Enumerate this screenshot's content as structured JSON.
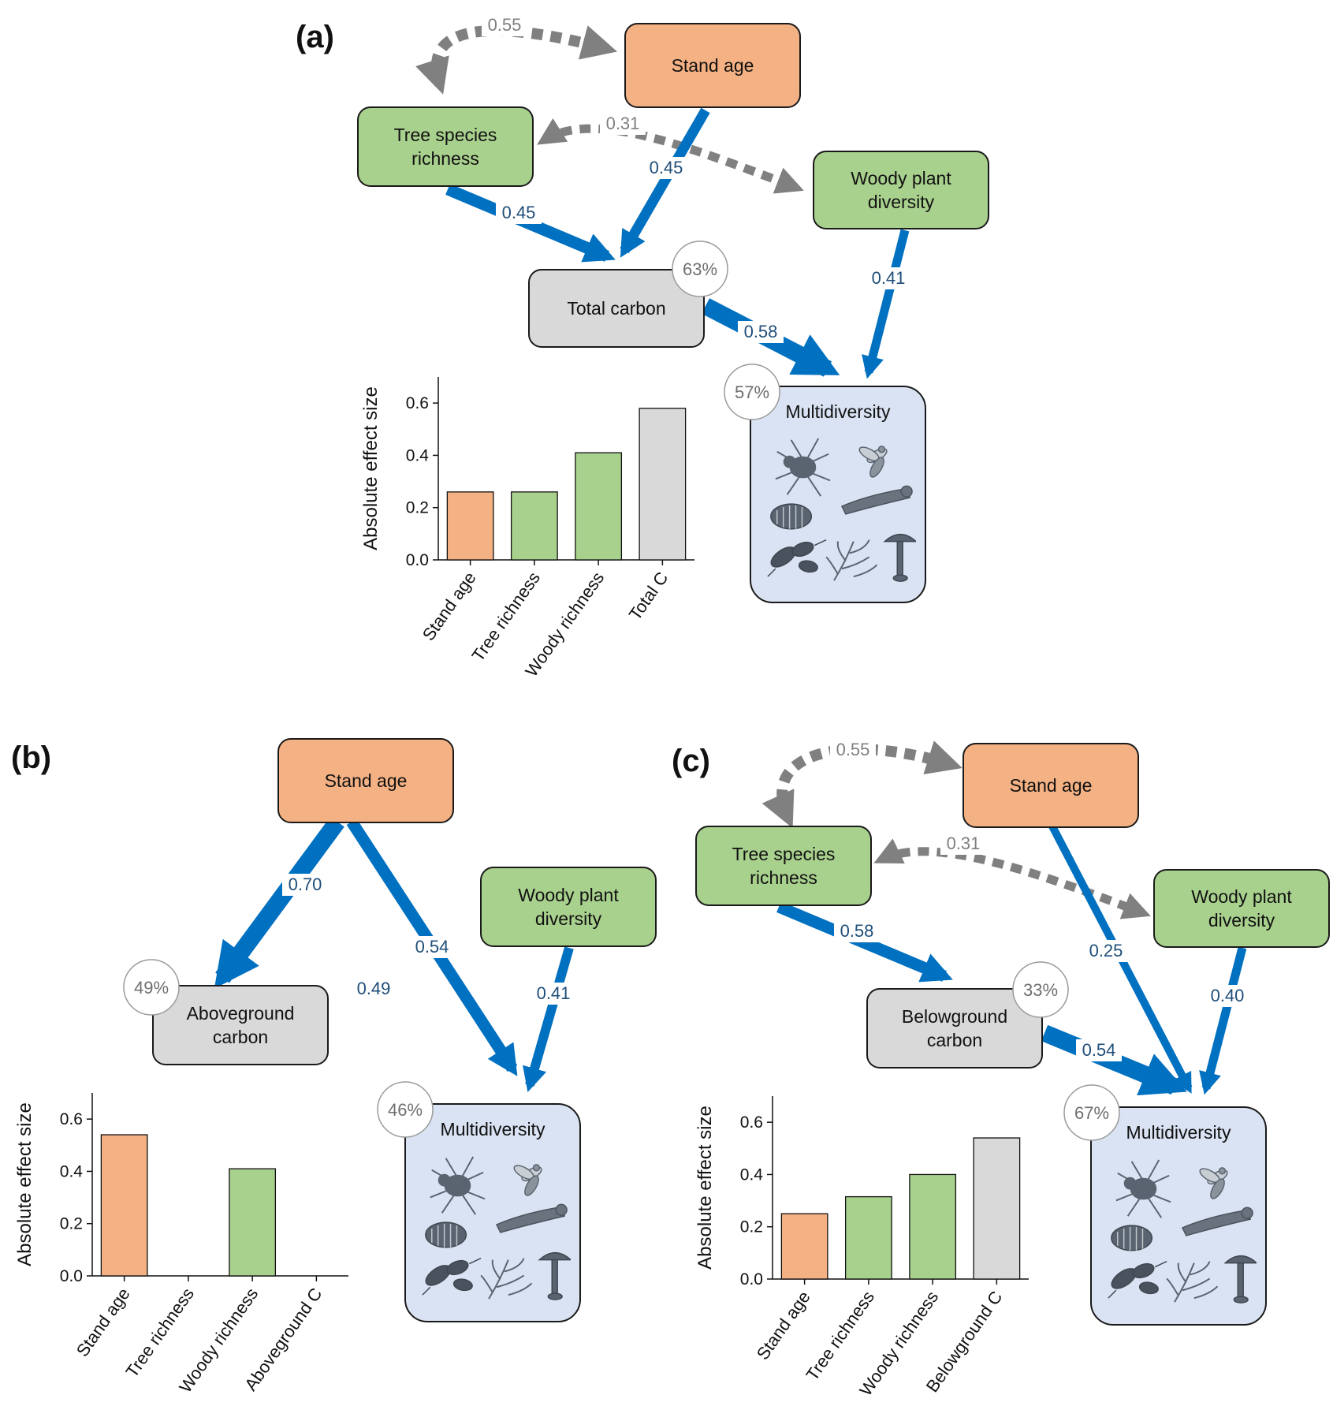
{
  "colors": {
    "stand_age": "#f4b183",
    "richness": "#a9d18e",
    "carbon": "#d9d9d9",
    "multidiversity": "#dae3f3",
    "positive_path": "#0070c0",
    "covariance": "#808080"
  },
  "icons": [
    "spider-icon",
    "fly-icon",
    "caterpillar-icon",
    "woodlouse-icon",
    "beetle-icon",
    "plant-sprig-icon",
    "mushroom-icon"
  ],
  "panels": [
    {
      "id": "a",
      "label": "(a)",
      "nodes": {
        "stand_age": "Stand age",
        "tree_richness": [
          "Tree species",
          "richness"
        ],
        "woody_diversity": [
          "Woody plant",
          "diversity"
        ],
        "carbon": [
          "Total carbon"
        ],
        "multidiversity": "Multidiversity"
      },
      "r2": {
        "carbon": "63%",
        "multidiversity": "57%"
      },
      "coefs": {
        "cov_age_tree": "0.55",
        "cov_tree_woody": "0.31",
        "age_to_carbon": "0.45",
        "tree_to_carbon": "0.45",
        "woody_to_multi": "0.41",
        "carbon_to_multi": "0.58"
      },
      "chart_data": {
        "type": "bar",
        "categories": [
          "Stand age",
          "Tree richness",
          "Woody richness",
          "Total C"
        ],
        "values": [
          0.26,
          0.26,
          0.41,
          0.58
        ],
        "ylabel": "Absolute effect size",
        "ylim": [
          0,
          0.7
        ],
        "yticks": [
          "0.0",
          "0.2",
          "0.4",
          "0.6"
        ]
      }
    },
    {
      "id": "b",
      "label": "(b)",
      "nodes": {
        "stand_age": "Stand age",
        "woody_diversity": [
          "Woody plant",
          "diversity"
        ],
        "carbon": [
          "Aboveground",
          "carbon"
        ],
        "multidiversity": "Multidiversity"
      },
      "r2": {
        "carbon": "49%",
        "multidiversity": "46%"
      },
      "coefs": {
        "age_to_carbon": "0.70",
        "age_to_multi": "0.54",
        "woody_to_multi": "0.41",
        "floating": "0.49"
      },
      "chart_data": {
        "type": "bar",
        "categories": [
          "Stand age",
          "Tree richness",
          "Woody richness",
          "Aboveground C"
        ],
        "values": [
          0.54,
          0,
          0.41,
          0
        ],
        "ylabel": "Absolute effect size",
        "ylim": [
          0,
          0.7
        ],
        "yticks": [
          "0.0",
          "0.2",
          "0.4",
          "0.6"
        ]
      }
    },
    {
      "id": "c",
      "label": "(c)",
      "nodes": {
        "stand_age": "Stand age",
        "tree_richness": [
          "Tree species",
          "richness"
        ],
        "woody_diversity": [
          "Woody plant",
          "diversity"
        ],
        "carbon": [
          "Belowground",
          "carbon"
        ],
        "multidiversity": "Multidiversity"
      },
      "r2": {
        "carbon": "33%",
        "multidiversity": "67%"
      },
      "coefs": {
        "cov_age_tree": "0.55",
        "cov_tree_woody": "0.31",
        "tree_to_carbon": "0.58",
        "age_to_multi": "0.25",
        "woody_to_multi": "0.40",
        "carbon_to_multi": "0.54"
      },
      "chart_data": {
        "type": "bar",
        "categories": [
          "Stand age",
          "Tree richness",
          "Woody richness",
          "Belowground C"
        ],
        "values": [
          0.25,
          0.315,
          0.4,
          0.54
        ],
        "ylabel": "Absolute effect size",
        "ylim": [
          0,
          0.7
        ],
        "yticks": [
          "0.0",
          "0.2",
          "0.4",
          "0.6"
        ]
      }
    }
  ]
}
